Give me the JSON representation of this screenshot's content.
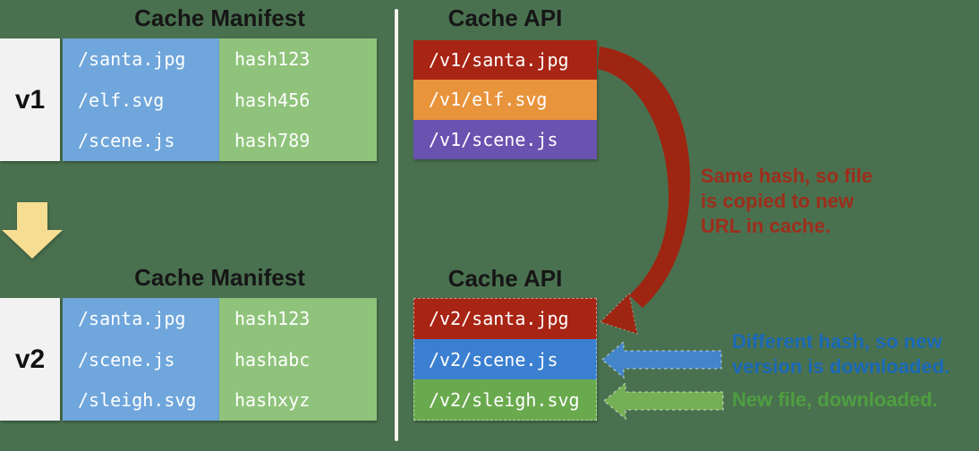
{
  "colors": {
    "background": "#4a714f",
    "divider": "#f3f3ef",
    "version_cell": "#f2f2f2",
    "manifest_file_col": "#6fa6dc",
    "manifest_hash_col": "#8fc37b",
    "yellow_arrow": "#f7dd92",
    "red_arrow": "#9e2511",
    "blue_arrow": "#4285c8",
    "green_arrow": "#74af55"
  },
  "left": {
    "v1": {
      "title": "Cache Manifest",
      "version_label": "v1",
      "rows": [
        {
          "file": "/santa.jpg",
          "hash": "hash123"
        },
        {
          "file": "/elf.svg",
          "hash": "hash456"
        },
        {
          "file": "/scene.js",
          "hash": "hash789"
        }
      ]
    },
    "v2": {
      "title": "Cache Manifest",
      "version_label": "v2",
      "rows": [
        {
          "file": "/santa.jpg",
          "hash": "hash123"
        },
        {
          "file": "/scene.js",
          "hash": "hashabc"
        },
        {
          "file": "/sleigh.svg",
          "hash": "hashxyz"
        }
      ]
    }
  },
  "right": {
    "v1": {
      "title": "Cache API",
      "entries": [
        {
          "path": "/v1/santa.jpg",
          "color": "#a82414"
        },
        {
          "path": "/v1/elf.svg",
          "color": "#e8943c"
        },
        {
          "path": "/v1/scene.js",
          "color": "#6a52b0"
        }
      ]
    },
    "v2": {
      "title": "Cache API",
      "entries": [
        {
          "path": "/v2/santa.jpg",
          "color": "#a82414"
        },
        {
          "path": "/v2/scene.js",
          "color": "#3b7fd0"
        },
        {
          "path": "/v2/sleigh.svg",
          "color": "#6aaa4e"
        }
      ]
    }
  },
  "annotations": {
    "same_hash": {
      "text": "Same hash, so file\nis copied to new\nURL in cache.",
      "color": "#9e2d1b"
    },
    "different_hash": {
      "text": "Different hash, so new\nversion is downloaded.",
      "color": "#1a69b8"
    },
    "new_file": {
      "text": "New file, downloaded.",
      "color": "#4f9e41"
    }
  }
}
